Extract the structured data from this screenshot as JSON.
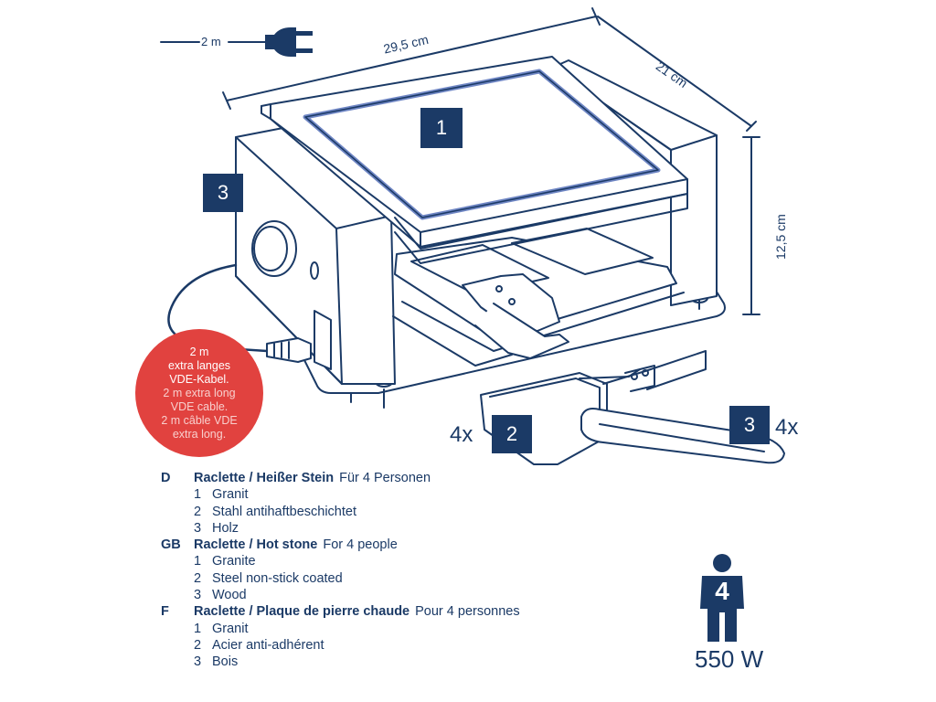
{
  "colors": {
    "navy": "#1b3a66",
    "red": "#e1423f",
    "line": "#1b3a66",
    "glow": "#6f86c4"
  },
  "plug": {
    "cable_length": "2 m"
  },
  "dimensions": {
    "width": "29,5 cm",
    "depth": "21 cm",
    "height": "12,5 cm"
  },
  "badges": {
    "stone": "1",
    "pan": "2",
    "wood": "3"
  },
  "quantities": {
    "pans": "4x",
    "spatulas": "4x"
  },
  "callout": {
    "de_line1": "2 m",
    "de_line2": "extra langes",
    "de_line3": "VDE-Kabel.",
    "en_line1": "2 m extra long",
    "en_line2": "VDE cable.",
    "fr_line1": "2 m câble VDE",
    "fr_line2": "extra long."
  },
  "legend": [
    {
      "code": "D",
      "title": "Raclette / Heißer Stein",
      "subtitle": "Für 4 Personen",
      "materials": [
        {
          "num": "1",
          "text": "Granit"
        },
        {
          "num": "2",
          "text": "Stahl antihaftbeschichtet"
        },
        {
          "num": "3",
          "text": "Holz"
        }
      ]
    },
    {
      "code": "GB",
      "title": "Raclette / Hot stone",
      "subtitle": "For 4 people",
      "materials": [
        {
          "num": "1",
          "text": "Granite"
        },
        {
          "num": "2",
          "text": "Steel non-stick coated"
        },
        {
          "num": "3",
          "text": "Wood"
        }
      ]
    },
    {
      "code": "F",
      "title": "Raclette / Plaque de pierre chaude",
      "subtitle": "Pour 4 personnes",
      "materials": [
        {
          "num": "1",
          "text": "Granit"
        },
        {
          "num": "2",
          "text": "Acier anti-adhérent"
        },
        {
          "num": "3",
          "text": "Bois"
        }
      ]
    }
  ],
  "persons": {
    "count": "4",
    "icon": "person-icon"
  },
  "power": "550 W"
}
